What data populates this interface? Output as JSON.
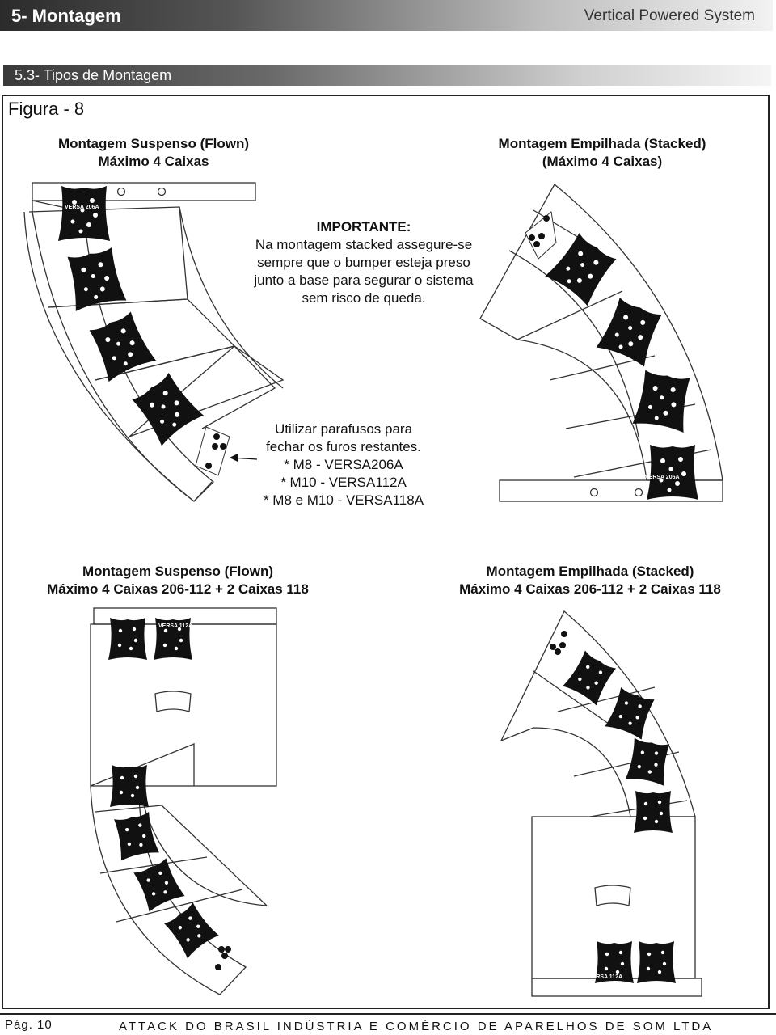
{
  "header": {
    "title": "5- Montagem",
    "system": "Vertical Powered System"
  },
  "section": {
    "title": "5.3- Tipos de Montagem"
  },
  "figure": {
    "label": "Figura - 8"
  },
  "top": {
    "flown": {
      "line1": "Montagem Suspenso (Flown)",
      "line2": "Máximo 4 Caixas"
    },
    "stacked": {
      "line1": "Montagem Empilhada (Stacked)",
      "line2": "(Máximo 4 Caixas)"
    },
    "important": {
      "title": "IMPORTANTE:",
      "lines": [
        "Na montagem stacked assegure-se",
        "sempre que o bumper esteja preso",
        "junto a base para segurar o sistema",
        "sem risco de queda."
      ]
    },
    "screws": {
      "lines": [
        "Utilizar parafusos para",
        "fechar os furos restantes.",
        "* M8 - VERSA206A",
        "* M10 - VERSA112A",
        "* M8 e M10 - VERSA118A"
      ]
    }
  },
  "bottom": {
    "flown": {
      "line1": "Montagem Suspenso (Flown)",
      "line2": "Máximo 4 Caixas 206-112 + 2 Caixas 118"
    },
    "stacked": {
      "line1": "Montagem Empilhada (Stacked)",
      "line2": "Máximo 4 Caixas 206-112 + 2 Caixas 118"
    }
  },
  "labels": {
    "versa206": "VERSA 206A",
    "versa112": "VERSA 112A"
  },
  "footer": {
    "page": "Pág. 10",
    "company": "ATTACK DO BRASIL INDÚSTRIA E COMÉRCIO DE APARELHOS DE SOM LTDA"
  }
}
